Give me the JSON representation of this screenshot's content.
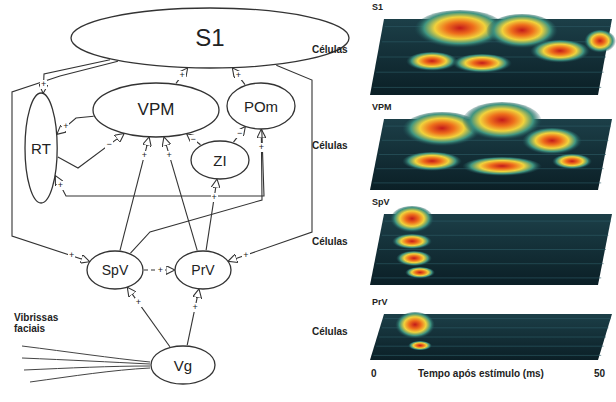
{
  "diagram": {
    "nodes": [
      {
        "text": [
          "S1"
        ]
      },
      {
        "text": [
          "RT"
        ]
      },
      {
        "text": [
          "VPM"
        ]
      },
      {
        "text": [
          "POm"
        ]
      },
      {
        "text": [
          "ZI"
        ]
      },
      {
        "text": [
          "SpV"
        ]
      },
      {
        "text": [
          "PrV"
        ]
      },
      {
        "text": [
          "Vg"
        ]
      }
    ],
    "edges": [
      {
        "from": 7,
        "to": 5,
        "arrow": "to",
        "label": "+"
      },
      {
        "from": 7,
        "to": 6,
        "arrow": "to",
        "label": "+"
      },
      {
        "from": 5,
        "to": 6,
        "arrow": "to",
        "label": "+"
      },
      {
        "from": 6,
        "to": 2,
        "arrow": "to",
        "label": "+"
      },
      {
        "from": 5,
        "to": 2,
        "arrow": "to",
        "label": "+"
      },
      {
        "from": 5,
        "to": 3,
        "arrow": "to",
        "label": "+"
      },
      {
        "from": 6,
        "to": 4,
        "arrow": "to",
        "label": "+"
      },
      {
        "from": 0,
        "to": 5,
        "arrow": "to",
        "label": "+"
      },
      {
        "from": 0,
        "to": 6,
        "arrow": "to",
        "label": "+"
      },
      {
        "from": 2,
        "to": 0,
        "arrow": "to",
        "label": "+"
      },
      {
        "from": 3,
        "to": 0,
        "arrow": "to",
        "label": "+"
      },
      {
        "from": 0,
        "to": 1,
        "arrow": "to",
        "label": "+"
      },
      {
        "from": 2,
        "to": 1,
        "arrow": "to",
        "label": "+"
      },
      {
        "from": 1,
        "to": 2,
        "arrow": "to",
        "label": "−"
      },
      {
        "from": 3,
        "to": 1,
        "arrow": "to",
        "label": "+"
      },
      {
        "from": 4,
        "to": 3,
        "arrow": "to",
        "label": "−"
      },
      {
        "from": 4,
        "to": 2,
        "arrow": "to",
        "label": "−"
      }
    ],
    "labels": [
      "Vibrissas faciais",
      "S1",
      "Células",
      "VPM",
      "Células",
      "SpV",
      "Células",
      "PrV",
      "Células",
      "0",
      "Tempo após estímulo (ms)",
      "50"
    ]
  }
}
